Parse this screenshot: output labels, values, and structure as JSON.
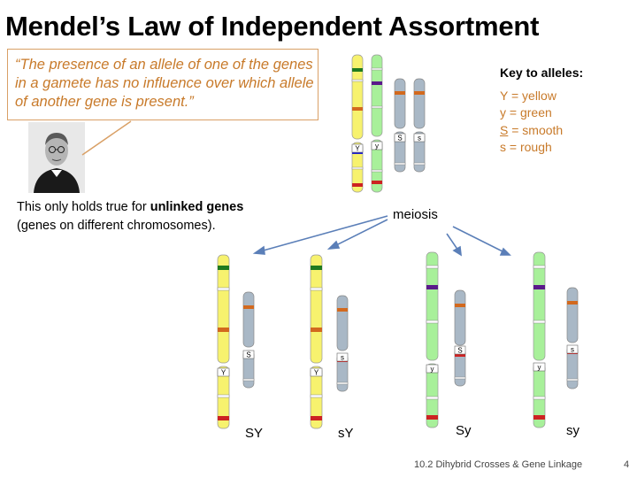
{
  "title": "Mendel’s Law of Independent Assortment",
  "quote": "“The presence of an allele of one of the genes in a gamete has no influence over which allele of another gene is present.”",
  "body": {
    "prefix": "This only holds true for ",
    "bold": "unlinked genes",
    "suffix": "(genes on different chromosomes)."
  },
  "key": {
    "title": "Key to alleles:",
    "Y": "Y = yellow",
    "y": "y = green",
    "S_letter": "S",
    "S_rest": " = smooth",
    "s": "s = rough"
  },
  "meiosis_label": "meiosis",
  "gametes": [
    "SY",
    "sY",
    "Sy",
    "sy"
  ],
  "allele_tags": {
    "Y": "Y",
    "y": "y",
    "S": "S",
    "s": "s"
  },
  "footer": "10.2 Dihybrid Crosses & Gene Linkage",
  "page_number": "4",
  "colors": {
    "yellow_chromosome": "#f7f26e",
    "green_chromosome": "#a8f09a",
    "grey_chromosome": "#a9b8c6",
    "quote_orange": "#c87a2a",
    "arrow_blue": "#5b7fb8",
    "band_green": "#1f7a1f",
    "band_purple": "#5a1a8a",
    "band_orange": "#d2691e",
    "band_red": "#cc2222",
    "band_blue": "#2222cc"
  }
}
